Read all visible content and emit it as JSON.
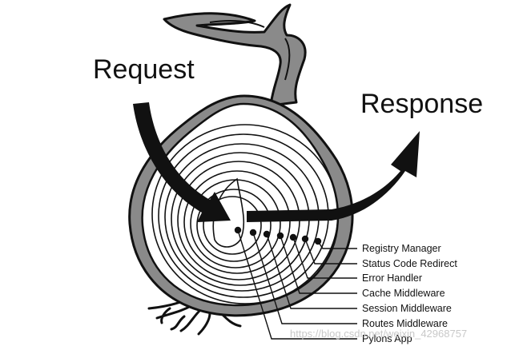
{
  "title_request": "Request",
  "title_response": "Response",
  "layers": [
    "Registry Manager",
    "Status Code Redirect",
    "Error Handler",
    "Cache Middleware",
    "Session Middleware",
    "Routes Middleware",
    "Pylons App"
  ],
  "watermark": "https://blog.csdn.net/weixin_42968757",
  "colors": {
    "ink": "#111111",
    "skin": "#8a8a8a",
    "flesh": "#ffffff",
    "watermark": "#c9c9c9"
  },
  "icons": {
    "onion": "onion-cross-section-icon",
    "request_arrow": "curved-arrow-down-icon",
    "response_arrow": "curved-arrow-up-right-icon"
  }
}
